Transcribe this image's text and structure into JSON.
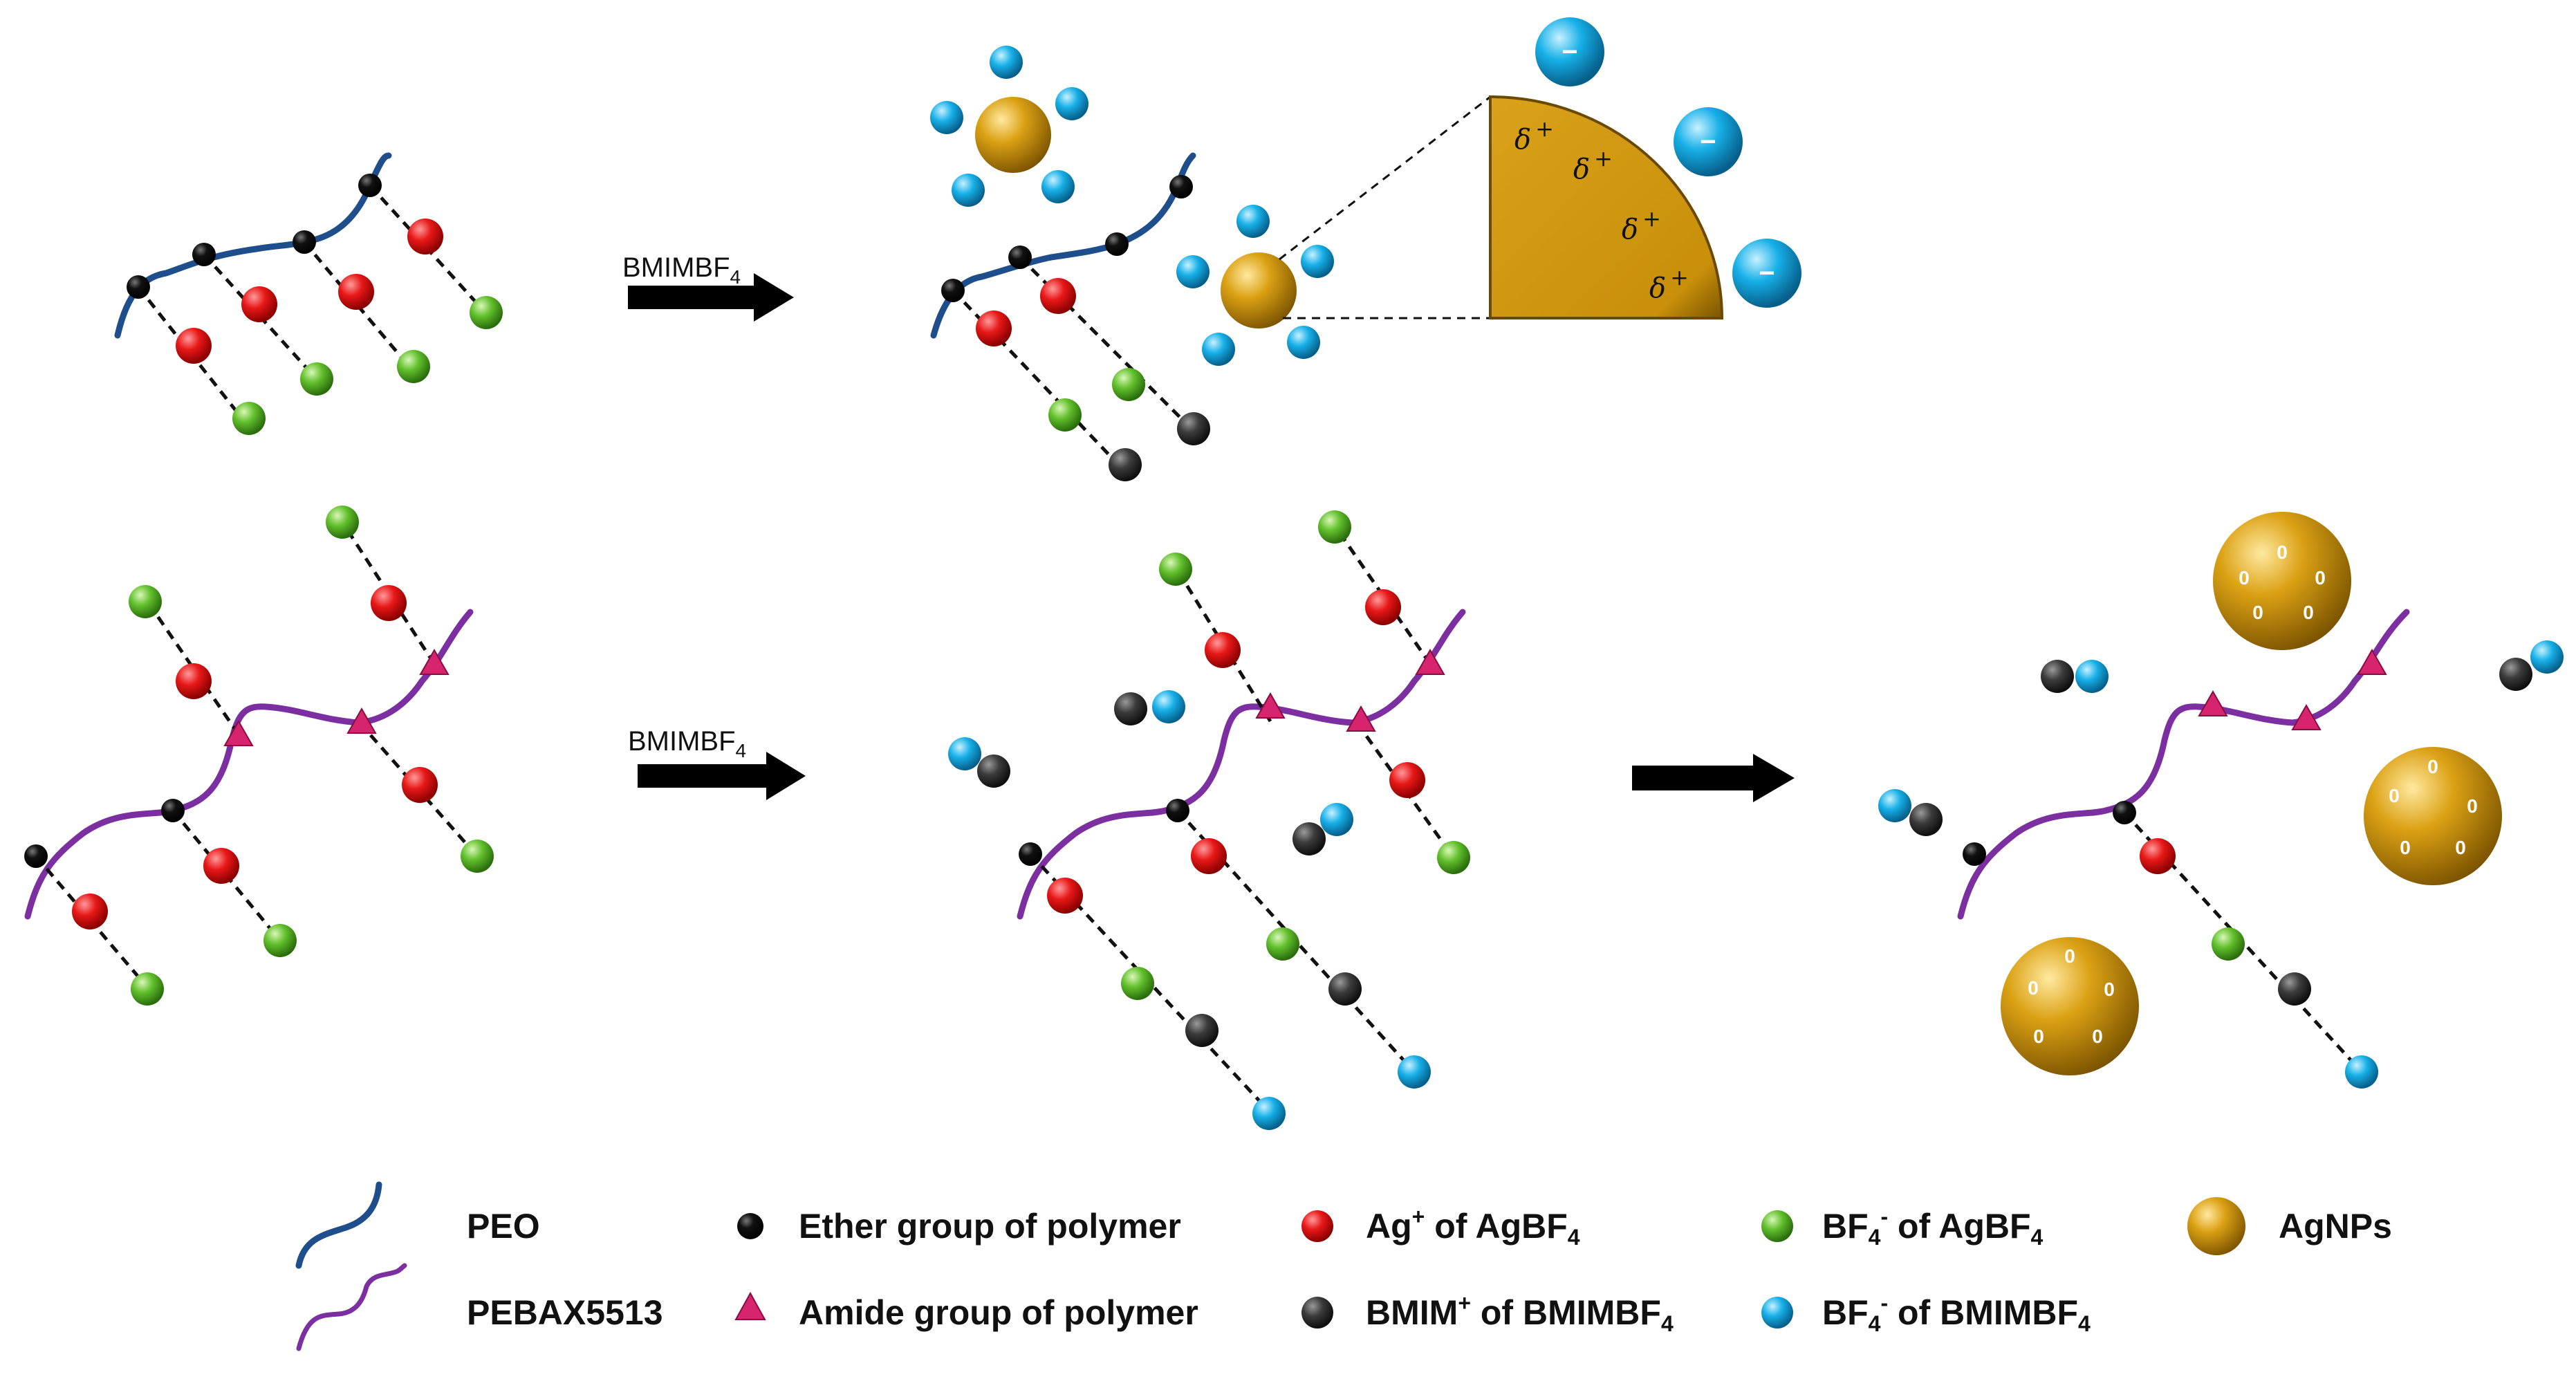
{
  "arrows": {
    "reaction_label_top": "BMIMBF",
    "reaction_label_top_sub": "4",
    "reaction_label_bottom": "BMIMBF",
    "reaction_label_bottom_sub": "4"
  },
  "zoom": {
    "charge_symbol": "δ",
    "charge_sign": "+",
    "anion_symbol": "−"
  },
  "agnp_mark": "0",
  "legend": {
    "peo": "PEO",
    "pebax": "PEBAX5513",
    "ether": "Ether group of polymer",
    "amide": "Amide group of polymer",
    "ag_prefix": "Ag",
    "ag_sup": "+",
    "ag_suffix": " of AgBF",
    "ag_sub": "4",
    "bmim_prefix": "BMIM",
    "bmim_sup": "+",
    "bmim_suffix": " of BMIMBF",
    "bmim_sub": "4",
    "bf4_ag_prefix": "BF",
    "bf4_ag_sub": "4",
    "bf4_ag_sup": "-",
    "bf4_ag_suffix": " of AgBF",
    "bf4_ag_sub2": "4",
    "bf4_bmim_prefix": "BF",
    "bf4_bmim_sub": "4",
    "bf4_bmim_sup": "-",
    "bf4_bmim_suffix": " of BMIMBF",
    "bf4_bmim_sub2": "4",
    "agnps": "AgNPs"
  },
  "colors": {
    "peo_chain": "#1f4e8c",
    "pebax_chain": "#7b2fa0",
    "ag_ion": "#e01515",
    "bf4_ag": "#5cbf2a",
    "bf4_bmim": "#12a5de",
    "bmim": "#333333",
    "agnp": "#d49a0a",
    "amide": "#d6246e",
    "ether": "#000000"
  }
}
